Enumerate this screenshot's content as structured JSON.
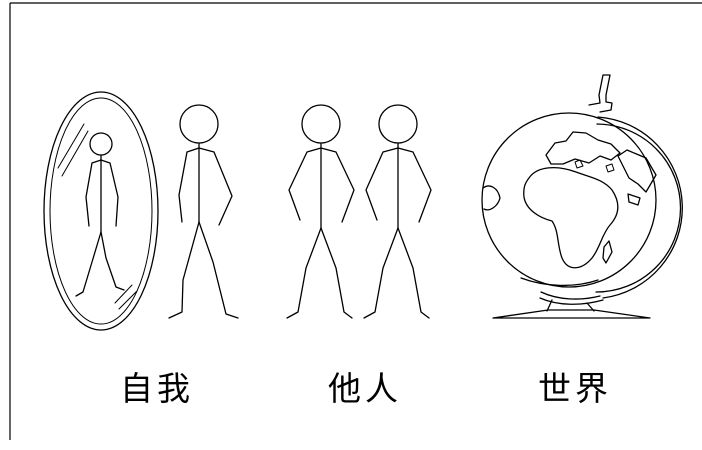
{
  "panels": [
    {
      "id": "self",
      "caption": "自我",
      "figure": "mirror-reflection"
    },
    {
      "id": "others",
      "caption": "他人",
      "figure": "two-people"
    },
    {
      "id": "world",
      "caption": "世界",
      "figure": "globe"
    }
  ],
  "colors": {
    "ink": "#000000",
    "background": "#ffffff",
    "land": "#ffffff"
  }
}
